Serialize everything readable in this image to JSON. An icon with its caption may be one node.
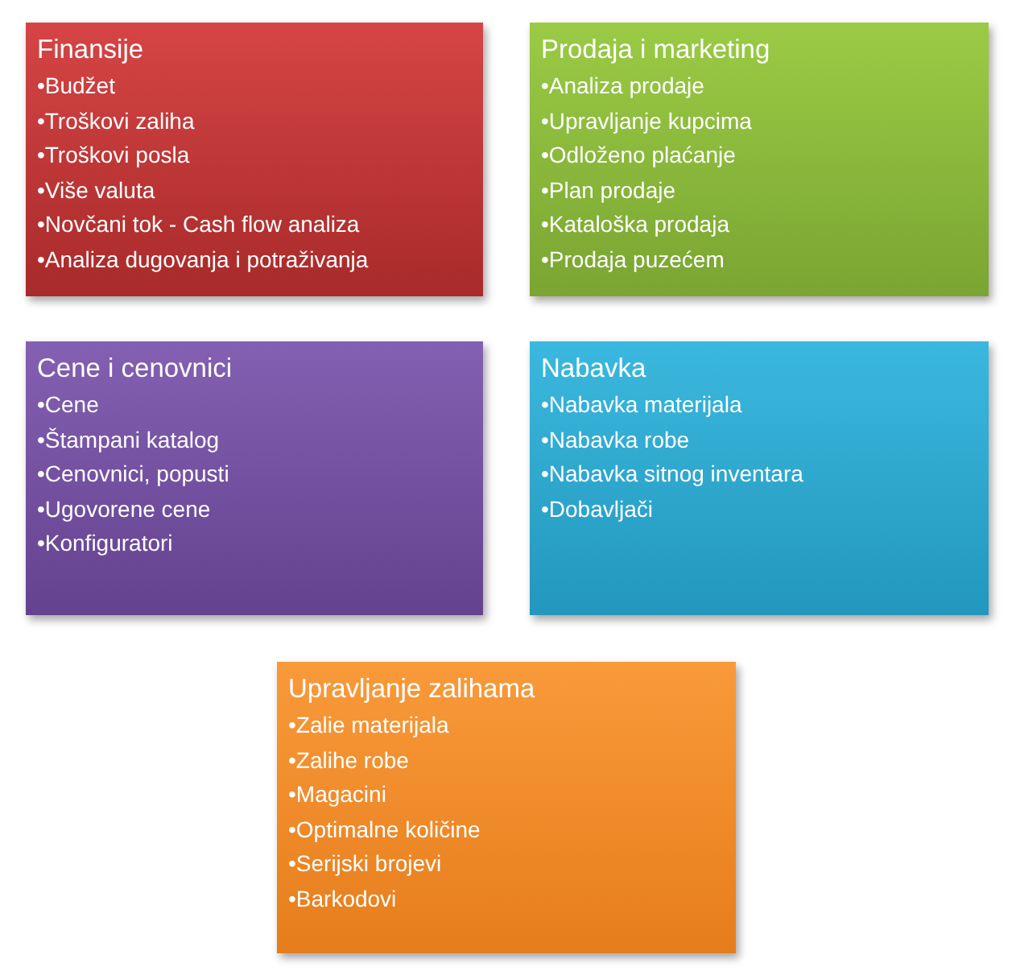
{
  "diagram": {
    "nodes": [
      {
        "text": [
          "Finansije",
          "•Budžet",
          "•Troškovi zaliha",
          "•Troškovi posla",
          "•Više valuta",
          "•Novčani tok - Cash flow analiza",
          "•Analiza dugovanja i potraživanja"
        ]
      },
      {
        "text": [
          "Prodaja i marketing",
          "•Analiza prodaje",
          "•Upravljanje kupcima",
          "•Odloženo plaćanje",
          "•Plan prodaje",
          "•Kataloška prodaja",
          "•Prodaja puzećem"
        ]
      },
      {
        "text": [
          "Cene i cenovnici",
          "•Cene",
          "•Štampani katalog",
          "•Cenovnici, popusti",
          "•Ugovorene cene",
          "•Konfiguratori"
        ]
      },
      {
        "text": [
          "Nabavka",
          "•Nabavka materijala",
          "•Nabavka robe",
          "•Nabavka sitnog inventara",
          "•Dobavljači"
        ]
      },
      {
        "text": [
          "Upravljanje zalihama",
          "•Zalie materijala",
          "•Zalihe robe",
          "•Magacini",
          "•Optimalne količine",
          "•Serijski brojevi",
          "•Barkodovi"
        ]
      }
    ]
  }
}
